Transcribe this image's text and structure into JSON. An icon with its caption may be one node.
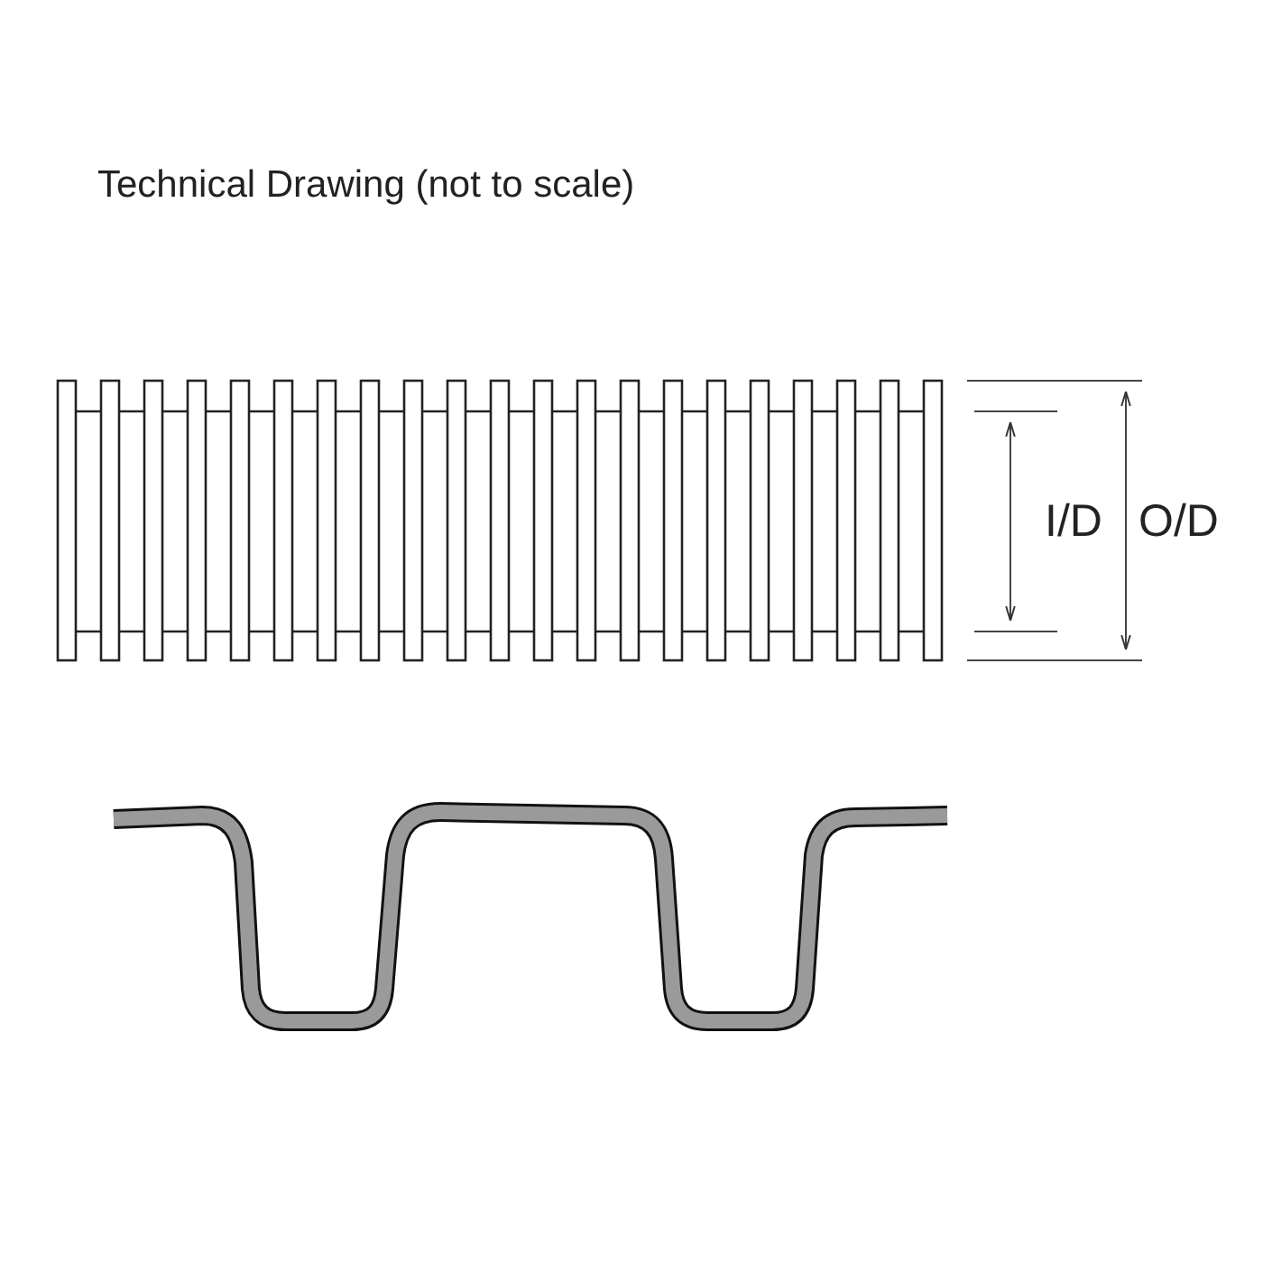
{
  "diagram": {
    "title": "Technical Drawing (not to scale)",
    "labels": [
      "I/D",
      "O/D"
    ]
  }
}
